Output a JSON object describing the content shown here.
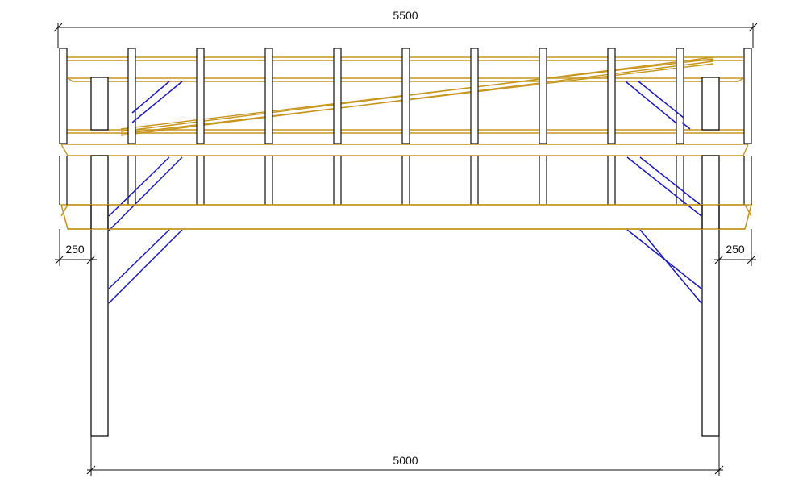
{
  "drawing": {
    "colors": {
      "line": "#111111",
      "timber": "#c8951e",
      "brace": "#1a1acc",
      "background": "#ffffff"
    },
    "dimensions": {
      "overall_width": "5500",
      "post_span": "5000",
      "left_overhang": "250",
      "right_overhang": "250"
    }
  }
}
